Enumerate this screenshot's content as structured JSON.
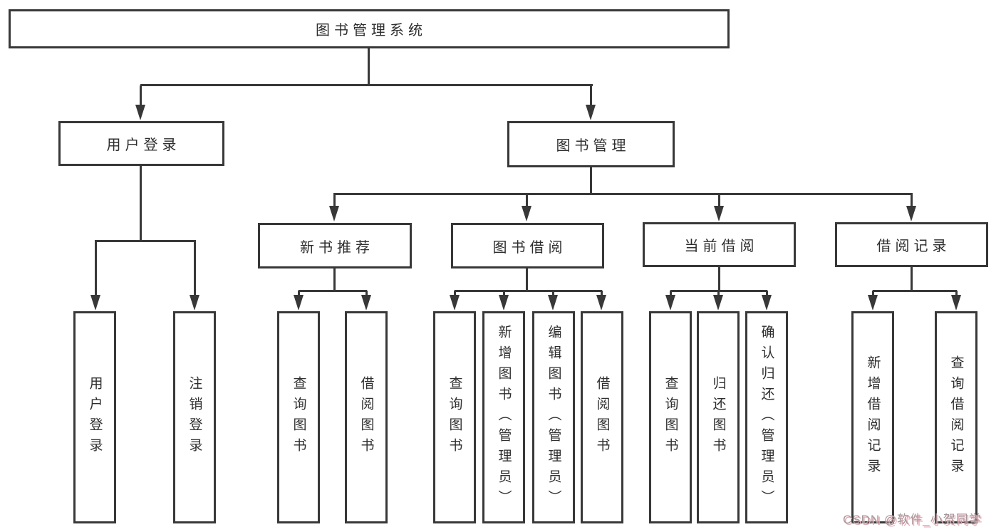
{
  "nodes": {
    "root": "图书管理系统",
    "level2": [
      "用户登录",
      "图书管理"
    ],
    "level3": [
      "新书推荐",
      "图书借阅",
      "当前借阅",
      "借阅记录"
    ],
    "login_children": [
      "用户登录",
      "注销登录"
    ],
    "recommend_children": [
      "查询图书",
      "借阅图书"
    ],
    "borrow_children": [
      "查询图书",
      "新增图书（管理员）",
      "编辑图书（管理员）",
      "借阅图书"
    ],
    "current_children": [
      "查询图书",
      "归还图书",
      "确认归还（管理员）"
    ],
    "records_children": [
      "新增借阅记录",
      "查询借阅记录"
    ]
  },
  "watermark": "CSDN @软件_小贺同学",
  "colors": {
    "line": "#383838",
    "text": "#2e2e2e",
    "watermark_text": "#9c9c9c",
    "watermark_shadow": "#f0a6b4"
  }
}
